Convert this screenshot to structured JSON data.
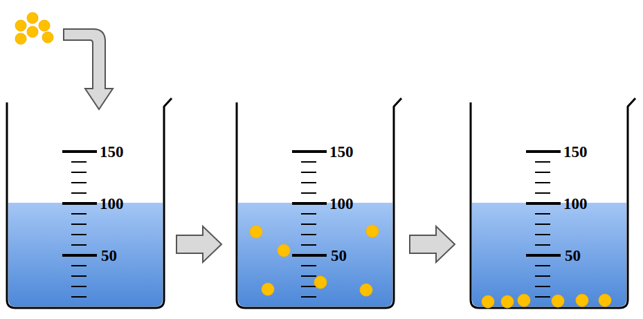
{
  "diagram": {
    "labels": [
      "150",
      "100",
      "50",
      "150",
      "100",
      "50",
      "150",
      "100",
      "50"
    ]
  }
}
